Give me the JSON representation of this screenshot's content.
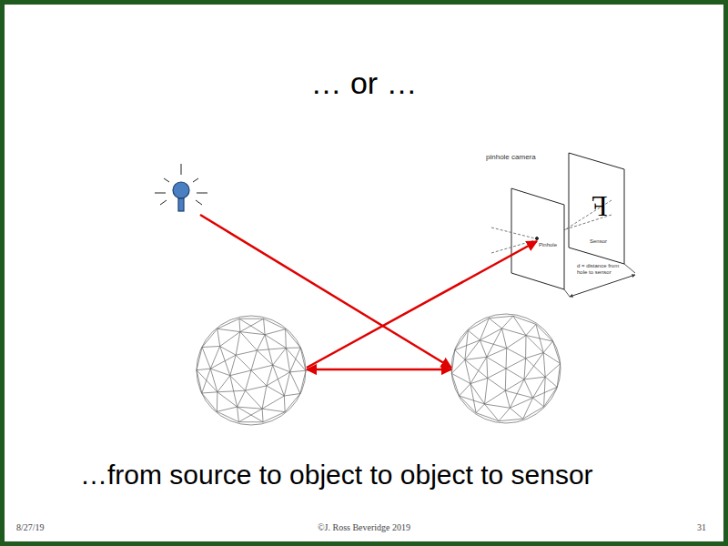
{
  "diagram": {
    "title": "… or …",
    "caption": "…from source to object to object to sensor",
    "labels": [
      "pinhole camera",
      "Pinhole",
      "Sensor",
      "d = distance from hole to sensor",
      "F",
      "8/27/19",
      "©J. Ross Beveridge 2019",
      "31"
    ]
  }
}
